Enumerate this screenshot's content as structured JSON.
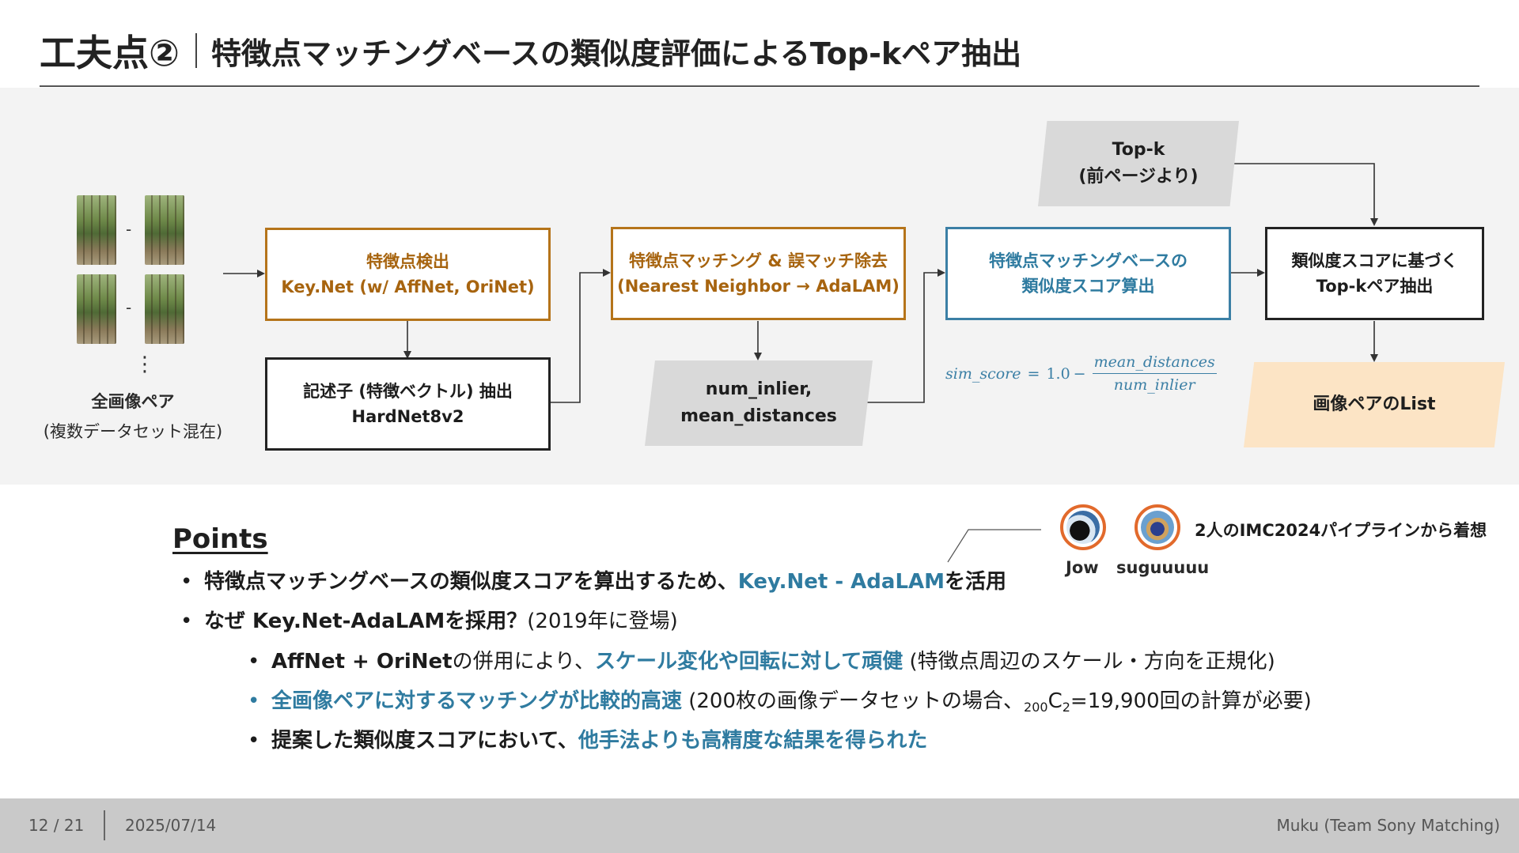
{
  "slide": {
    "title_main": "工夫点②",
    "title_sub": "特徴点マッチングベースの類似度評価によるTop-kペア抽出"
  },
  "diagram": {
    "input_label_line1": "全画像ペア",
    "input_label_line2": "(複数データセット混在)",
    "pair_dash": "-",
    "more_dots": "⋮",
    "detect_box_line1": "特徴点検出",
    "detect_box_line2": "Key.Net (w/ AffNet, OriNet)",
    "descriptor_box_line1": "記述子 (特徴ベクトル) 抽出",
    "descriptor_box_line2": "HardNet8v2",
    "matching_box_line1": "特徴点マッチング & 誤マッチ除去",
    "matching_box_line2": "(Nearest Neighbor → AdaLAM)",
    "match_output_line1": "num_inlier,",
    "match_output_line2": "mean_distances",
    "score_box_line1": "特徴点マッチングベースの",
    "score_box_line2": "類似度スコア算出",
    "topk_input_line1": "Top-k",
    "topk_input_line2": "(前ページより)",
    "extract_box_line1": "類似度スコアに基づく",
    "extract_box_line2": "Top-kペア抽出",
    "output_box": "画像ペアのList",
    "formula": {
      "lhs": "sim_score",
      "eq": "=",
      "const": "1.0",
      "minus": "−",
      "numerator": "mean_distances",
      "denominator": "num_inlier"
    }
  },
  "points": {
    "heading": "Points",
    "b1_a": "特徴点マッチングベースの類似度スコアを算出するため、",
    "b1_hl": "Key.Net - AdaLAM",
    "b1_b": "を活用",
    "b2_a": "なぜ Key.Net-AdaLAMを採用？",
    "b2_b": "(2019年に登場)",
    "s1_a": "AffNet + OriNet",
    "s1_b": "の併用により、",
    "s1_hl": "スケール変化や回転に対して頑健",
    "s1_c": " (特徴点周辺のスケール・方向を正規化)",
    "s2_hl": "全画像ペアに対するマッチングが比較的高速",
    "s2_a": " (200枚の画像データセットの場合、",
    "s2_sub1": "200",
    "s2_c": "C",
    "s2_sub2": "2",
    "s2_b": "=19,900回の計算が必要)",
    "s3_a": "提案した類似度スコアにおいて、",
    "s3_hl": "他手法よりも高精度な結果を得られた",
    "bullet": "•"
  },
  "authors": {
    "jow": "Jow",
    "sugu": "suguuuuu",
    "note": "2人のIMC2024パイプラインから着想"
  },
  "footer": {
    "page": "12 / 21",
    "date": "2025/07/14",
    "author": "Muku (Team Sony Matching)"
  },
  "colors": {
    "orange": "#b5741a",
    "blue": "#2f7ba0",
    "peach": "#fce4c5",
    "gray": "#d9d9d9",
    "avatar_ring": "#e26a2c"
  }
}
